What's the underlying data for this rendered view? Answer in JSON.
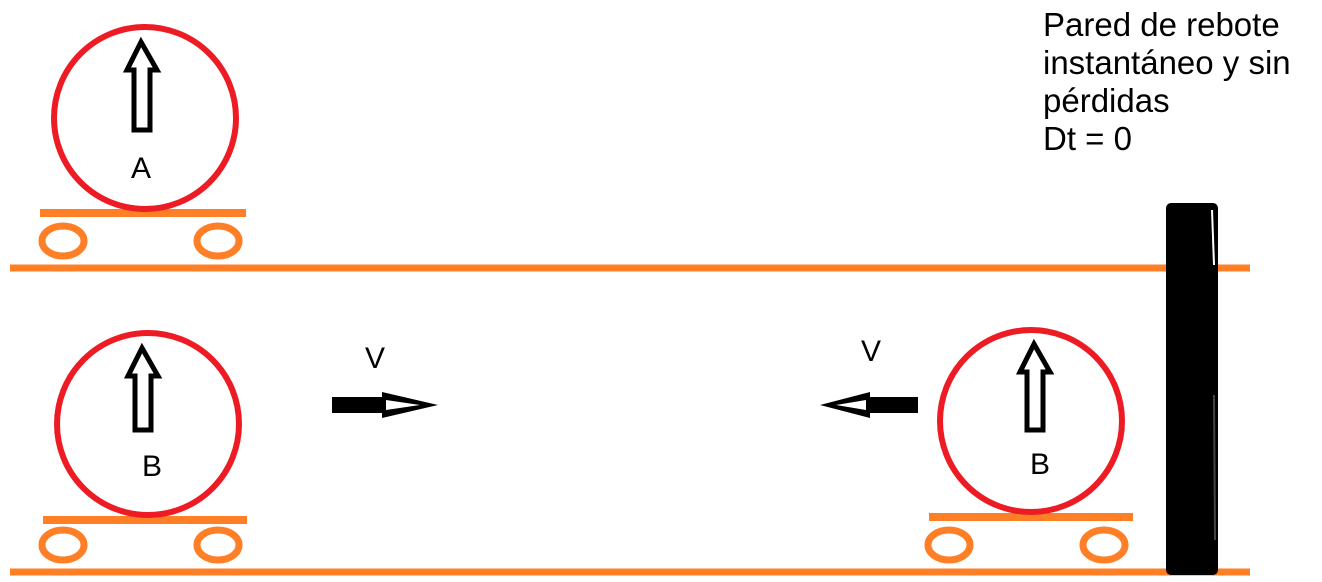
{
  "wall": {
    "caption_lines": [
      "Pared de rebote",
      "instantáneo y sin",
      "pérdidas",
      "Dt = 0"
    ]
  },
  "balls": {
    "top": {
      "label": "A"
    },
    "bottom_left": {
      "label": "B"
    },
    "bottom_right": {
      "label": "B"
    }
  },
  "velocities": {
    "right": {
      "label": "V",
      "direction": "right"
    },
    "left": {
      "label": "V",
      "direction": "left"
    }
  },
  "colors": {
    "track": "#ff7f27",
    "ball": "#ed1c24",
    "wall": "#000000",
    "arrow": "#000000"
  }
}
